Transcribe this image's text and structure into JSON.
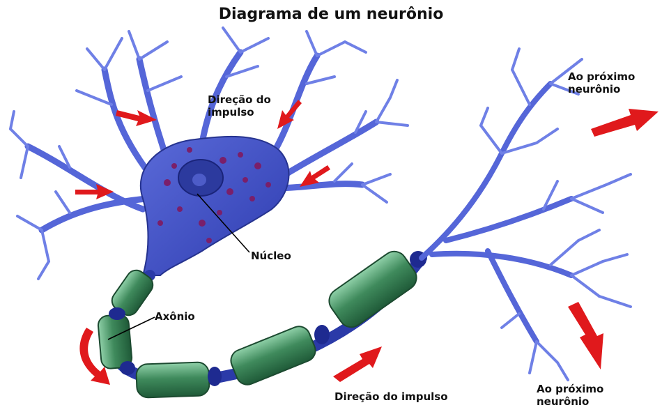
{
  "diagram": {
    "title": "Diagrama de um neurônio",
    "labels": {
      "direction_top_line1": "Direção do",
      "direction_top_line2": "impulso",
      "next_top_line1": "Ao próximo",
      "next_top_line2": "neurônio",
      "nucleus": "Núcleo",
      "axon": "Axônio",
      "direction_bottom": "Direção do impulso",
      "next_bottom_line1": "Ao próximo",
      "next_bottom_line2": "neurônio"
    },
    "colors": {
      "neuron_body": "#3f50c8",
      "dendrite": "#5566d8",
      "myelin": "#3f8a5c",
      "node": "#1e2a90",
      "arrow": "#e0191c"
    }
  }
}
